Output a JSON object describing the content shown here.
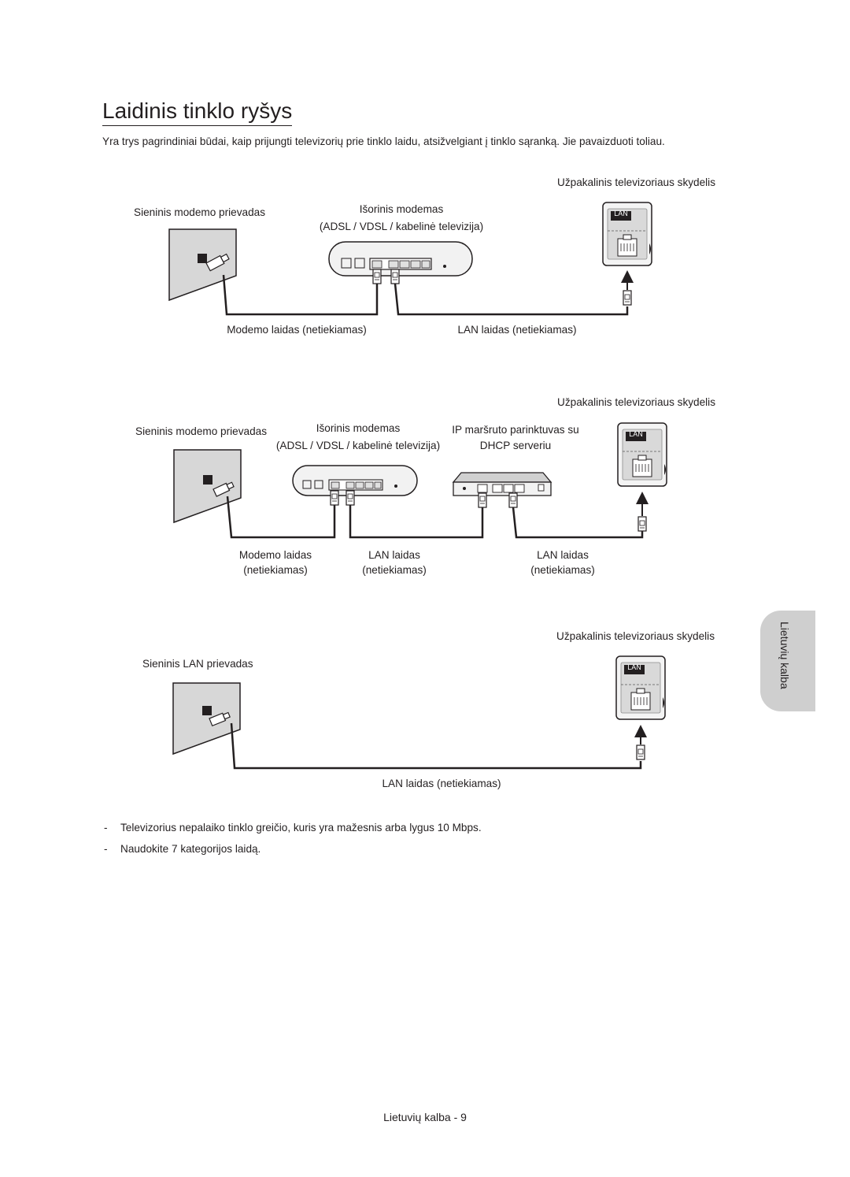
{
  "page": {
    "title": "Laidinis tinklo ryšys",
    "intro": "Yra trys pagrindiniai būdai, kaip prijungti televizorių prie tinklo laidu, atsižvelgiant į tinklo sąranką. Jie pavaizduoti toliau."
  },
  "diagram1": {
    "tv_panel": "Užpakalinis televizoriaus skydelis",
    "wall_port": "Sieninis modemo prievadas",
    "modem_title": "Išorinis modemas",
    "modem_sub": "(ADSL / VDSL / kabelinė televizija)",
    "modem_cable": "Modemo laidas (netiekiamas)",
    "lan_cable": "LAN laidas (netiekiamas)",
    "lan_port": "LAN"
  },
  "diagram2": {
    "tv_panel": "Užpakalinis televizoriaus skydelis",
    "wall_port": "Sieninis modemo prievadas",
    "modem_title": "Išorinis modemas",
    "modem_sub": "(ADSL / VDSL / kabelinė televizija)",
    "router_title": "IP maršruto parinktuvas su",
    "router_sub": "DHCP serveriu",
    "modem_cable_1": "Modemo laidas",
    "modem_cable_2": "(netiekiamas)",
    "lan_cable_a_1": "LAN laidas",
    "lan_cable_a_2": "(netiekiamas)",
    "lan_cable_b_1": "LAN laidas",
    "lan_cable_b_2": "(netiekiamas)",
    "lan_port": "LAN"
  },
  "diagram3": {
    "tv_panel": "Užpakalinis televizoriaus skydelis",
    "wall_port": "Sieninis LAN prievadas",
    "lan_cable": "LAN laidas (netiekiamas)",
    "lan_port": "LAN"
  },
  "notes": [
    {
      "dash": "-",
      "text": "Televizorius nepalaiko tinklo greičio, kuris yra mažesnis arba lygus 10 Mbps."
    },
    {
      "dash": "-",
      "text": "Naudokite 7 kategorijos laidą."
    }
  ],
  "side_tab": "Lietuvių kalba",
  "footer": "Lietuvių kalba - 9"
}
